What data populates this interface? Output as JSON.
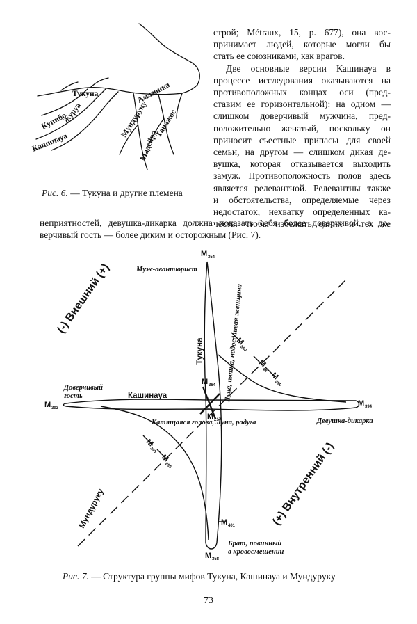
{
  "text": {
    "right_column": [
      "строй; Métraux, 15, p. 677), она вос-",
      "принимает людей, которые могли бы",
      "стать ее союзниками, как врагов.",
      "Две основные версии Кашинауа в",
      "процессе исследования оказываются на",
      "противоположных концах оси (пред-",
      "ставим ее горизонтальной): на одном —",
      "слишком доверчивый мужчина, пред-",
      "положительно женатый, поскольку он",
      "приносит съестные припасы для своей",
      "семьи, на другом — слишком дикая де-",
      "вушка, которая отказывается выходить",
      "замуж. Противоположность полов здесь",
      "является релевантной. Релевантны также",
      "и обстоятельства, определяемые через",
      "недостаток, нехватку определенных ка-",
      "честв: чтобы избежать одних и тех же"
    ],
    "full_width": [
      "неприятностей, девушка-дикарка должна показать себя более доверчивой, а до-",
      "верчивый гость — более диким и осторожным (Рис. 7)."
    ]
  },
  "map": {
    "caption_label": "Рис. 6.",
    "caption_text": " — Тукуна и другие племена",
    "labels": {
      "tukuna": "Тукуна",
      "amazonka": "Амазонка",
      "kunibo": "Кунибо",
      "zhurua": "Журуа",
      "kashinaua": "Кашинауа",
      "mundurucu": "Мундуруку",
      "madeira": "Мадейра",
      "tapajos": "Тапажос"
    }
  },
  "diagram": {
    "caption_label": "Рис. 7.",
    "caption_text": " — Структура группы мифов Тукуна, Кашинауа и Мундуруку",
    "axis_outer": "(-) Внешний (+)",
    "axis_inner": "(+) Внутренний (-)",
    "axis_tukuna": "Тукуна",
    "axis_kashinaua": "Кашинауа",
    "axis_mundurucu": "Мундуруку",
    "note_adventurer": "Муж-авантюрист",
    "note_trusting_1": "Доверчивый",
    "note_trusting_2": "гость",
    "note_wild_girl": "Девушка-дикарка",
    "note_rolling_head": "Катящаяся голова, Луна, радуга",
    "note_moon": "Луна, пятна, надоедливая женщина",
    "note_brother_1": "Брат, повинный",
    "note_brother_2": "в кровосмешении",
    "myths": {
      "m354": "354",
      "m393": "393",
      "m394": "394",
      "m358": "358",
      "m364": "364",
      "m217": "217",
      "m401": "401",
      "m360": "360",
      "m48": "48",
      "m399": "399",
      "m398": "398",
      "m255": "255"
    }
  },
  "page_number": "73"
}
